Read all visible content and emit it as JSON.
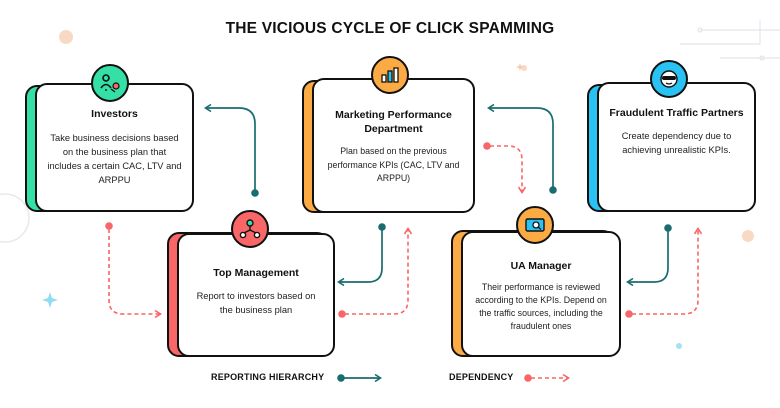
{
  "title": "THE VICIOUS CYCLE OF CLICK SPAMMING",
  "colors": {
    "investors": "#35e0a7",
    "top_management": "#f86667",
    "marketing": "#fbaa44",
    "ua_manager": "#fbaa44",
    "partners": "#29c2f2",
    "hierarchy_line": "#1a6d6f",
    "dependency_line": "#f86667"
  },
  "nodes": {
    "investors": {
      "heading": "Investors",
      "description": "Take business decisions based on the business plan that includes a certain CAC, LTV and ARPPU",
      "icon": "investor-network-icon"
    },
    "top_management": {
      "heading": "Top Management",
      "description": "Report to investors based on the business plan",
      "icon": "hierarchy-icon"
    },
    "marketing": {
      "heading": "Marketing Performance Department",
      "description": "Plan based on the previous performance KPIs (CAC, LTV and ARPPU)",
      "icon": "bar-chart-icon"
    },
    "ua_manager": {
      "heading": "UA Manager",
      "description": "Their performance is reviewed according to the KPIs. Depend on the traffic sources, including the fraudulent ones",
      "icon": "monitor-search-icon"
    },
    "partners": {
      "heading": "Fraudulent Traffic Partners",
      "description": "Create dependency due to achieving unrealistic KPIs.",
      "icon": "masked-face-icon"
    }
  },
  "legend": {
    "reporting": "REPORTING HIERARCHY",
    "dependency": "DEPENDENCY"
  }
}
